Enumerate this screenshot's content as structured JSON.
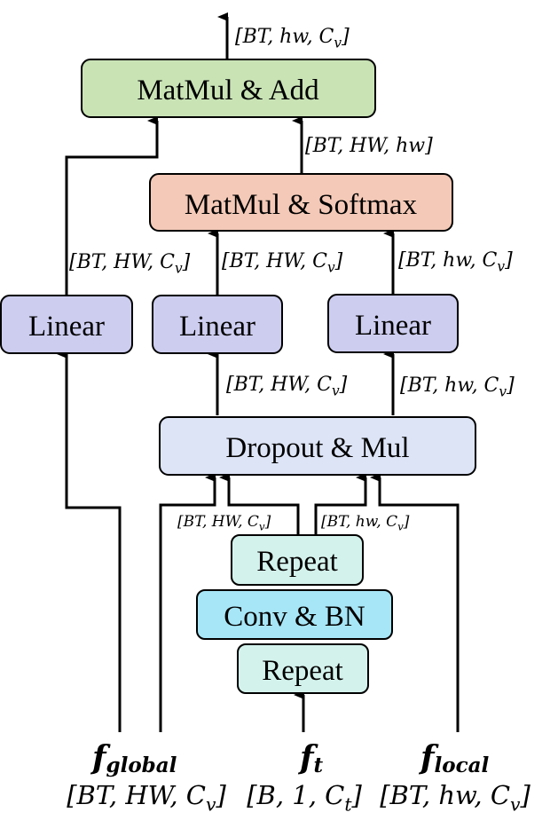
{
  "boxes": {
    "matmul_add": "MatMul & Add",
    "matmul_softmax": "MatMul & Softmax",
    "linear_global": "Linear",
    "linear_mid": "Linear",
    "linear_local": "Linear",
    "dropout_mul": "Dropout & Mul",
    "repeat_top": "Repeat",
    "conv_bn": "Conv & BN",
    "repeat_bottom": "Repeat"
  },
  "shapes": {
    "top_output": "[BT, hw, C_v]",
    "attn_map": "[BT, HW, hw]",
    "global_linear_out": "[BT, HW, C_v]",
    "mid_linear_out": "[BT, HW, C_v]",
    "local_linear_out": "[BT, hw, C_v]",
    "dropout_out_left": "[BT, HW, C_v]",
    "dropout_out_right": "[BT, hw, C_v]",
    "repeat_out_left": "[BT, HW, C_v]",
    "repeat_out_right": "[BT, hw, C_v]"
  },
  "inputs": {
    "global": {
      "name": "f",
      "sub": "global",
      "shape": "[BT, HW, C_v]"
    },
    "t": {
      "name": "f",
      "sub": "t",
      "shape": "[B, 1, C_t]"
    },
    "local": {
      "name": "f",
      "sub": "local",
      "shape": "[BT, hw, C_v]"
    }
  },
  "colors": {
    "matmul_add_fill": "#c9e3b5",
    "matmul_softmax_fill": "#f4c9b7",
    "linear_fill": "#cdcdf0",
    "dropout_fill": "#dde4f6",
    "repeat_fill": "#d4f2ec",
    "conv_fill": "#a7e6f7",
    "stroke": "#000000"
  }
}
